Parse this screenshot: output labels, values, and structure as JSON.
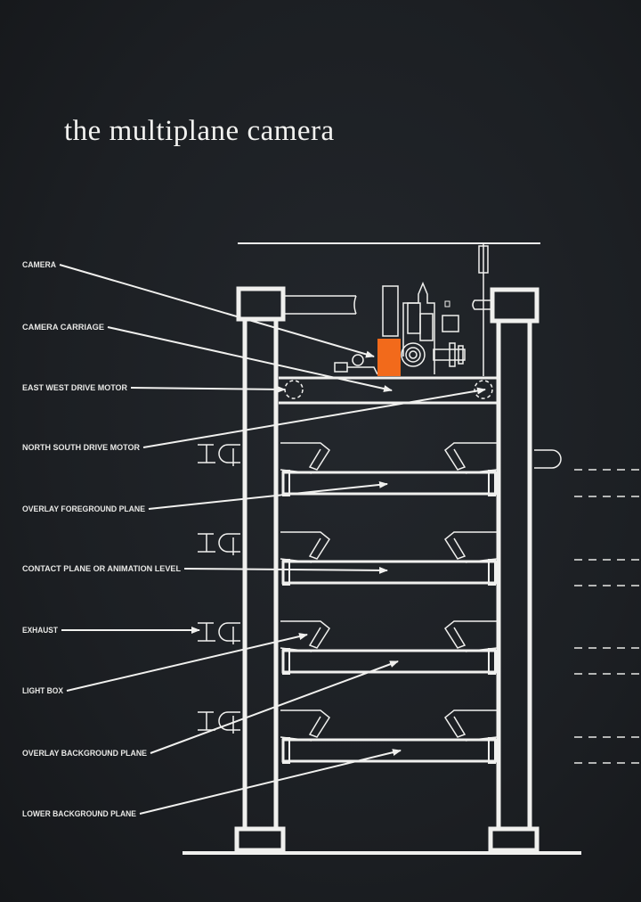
{
  "title": "the multiplane camera",
  "labels": [
    "CAMERA",
    "CAMERA CARRIAGE",
    "EAST WEST DRIVE MOTOR",
    "NORTH SOUTH DRIVE MOTOR",
    "OVERLAY FOREGROUND PLANE",
    "CONTACT PLANE OR ANIMATION LEVEL",
    "EXHAUST",
    "LIGHT BOX",
    "OVERLAY BACKGROUND PLANE",
    "LOWER BACKGROUND PLANE"
  ],
  "colors": {
    "background": "#1c1f23",
    "lines": "#f0f0ee",
    "camera": "#f26a1b"
  }
}
